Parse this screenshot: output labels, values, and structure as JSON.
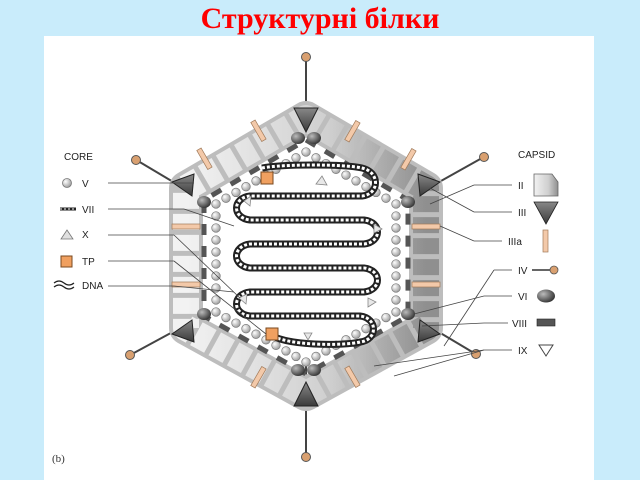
{
  "slide": {
    "title": "Структурні білки"
  },
  "figure": {
    "panel_label": "(b)",
    "core": {
      "heading": "CORE",
      "items": [
        {
          "label": "V",
          "icon": "circle-grey-icon"
        },
        {
          "label": "VII",
          "icon": "dashed-strand-icon"
        },
        {
          "label": "X",
          "icon": "triangle-icon"
        },
        {
          "label": "TP",
          "icon": "orange-square-icon"
        },
        {
          "label": "DNA",
          "icon": "dna-wave-icon"
        }
      ]
    },
    "capsid": {
      "heading": "CAPSID",
      "items": [
        {
          "label": "II",
          "icon": "hexon-icon"
        },
        {
          "label": "III",
          "icon": "penton-base-icon"
        },
        {
          "label": "IIIa",
          "icon": "peach-bar-icon"
        },
        {
          "label": "IV",
          "icon": "fiber-icon"
        },
        {
          "label": "VI",
          "icon": "dark-oval-icon"
        },
        {
          "label": "VIII",
          "icon": "dark-rect-icon"
        },
        {
          "label": "IX",
          "icon": "open-triangle-icon"
        }
      ]
    },
    "colors": {
      "background": "#c9ecfb",
      "title": "#ff0000",
      "tp": "#f0a060",
      "iiia": "#f3c9a9",
      "fiber_knob": "#d9a070"
    }
  }
}
